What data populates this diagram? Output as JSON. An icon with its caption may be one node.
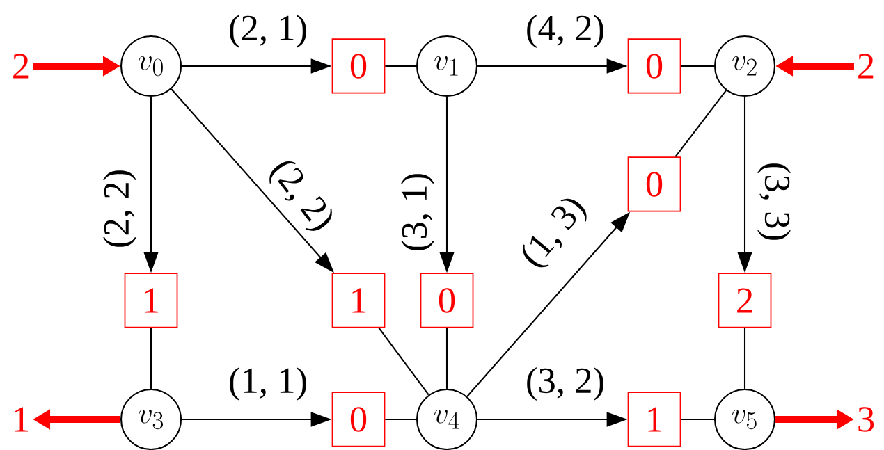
{
  "diagram": {
    "nodes": [
      {
        "text": [
          "2"
        ]
      },
      {
        "text": [
          "v_0"
        ]
      },
      {
        "text": [
          "0"
        ]
      },
      {
        "text": [
          "v_1"
        ]
      },
      {
        "text": [
          "0"
        ]
      },
      {
        "text": [
          "v_2"
        ]
      },
      {
        "text": [
          "2"
        ]
      },
      {
        "text": [
          "0"
        ]
      },
      {
        "text": [
          "1"
        ]
      },
      {
        "text": [
          "1"
        ]
      },
      {
        "text": [
          "0"
        ]
      },
      {
        "text": [
          "2"
        ]
      },
      {
        "text": [
          "1"
        ]
      },
      {
        "text": [
          "v_3"
        ]
      },
      {
        "text": [
          "0"
        ]
      },
      {
        "text": [
          "v_4"
        ]
      },
      {
        "text": [
          "1"
        ]
      },
      {
        "text": [
          "v_5"
        ]
      },
      {
        "text": [
          "3"
        ]
      }
    ],
    "edges": [
      {
        "from": 0,
        "to": 1,
        "arrow": "to",
        "style": "thick",
        "color": "#ff0000"
      },
      {
        "from": 1,
        "to": 2,
        "arrow": "to",
        "label": "(2, 1)"
      },
      {
        "from": 2,
        "to": 3,
        "arrow": "none"
      },
      {
        "from": 3,
        "to": 4,
        "arrow": "to",
        "label": "(4, 2)"
      },
      {
        "from": 4,
        "to": 5,
        "arrow": "none"
      },
      {
        "from": 6,
        "to": 5,
        "arrow": "to",
        "style": "thick",
        "color": "#ff0000"
      },
      {
        "from": 1,
        "to": 8,
        "arrow": "to",
        "label": "(2, 2)"
      },
      {
        "from": 8,
        "to": 13,
        "arrow": "none"
      },
      {
        "from": 1,
        "to": 9,
        "arrow": "to",
        "label": "(2, 2)"
      },
      {
        "from": 9,
        "to": 15,
        "arrow": "none"
      },
      {
        "from": 3,
        "to": 10,
        "arrow": "to",
        "label": "(3, 1)"
      },
      {
        "from": 10,
        "to": 15,
        "arrow": "none"
      },
      {
        "from": 15,
        "to": 7,
        "arrow": "to",
        "label": "(1, 3)"
      },
      {
        "from": 7,
        "to": 5,
        "arrow": "none"
      },
      {
        "from": 5,
        "to": 11,
        "arrow": "to",
        "label": "(3, 3)"
      },
      {
        "from": 11,
        "to": 17,
        "arrow": "none"
      },
      {
        "from": 13,
        "to": 12,
        "arrow": "to",
        "style": "thick",
        "color": "#ff0000"
      },
      {
        "from": 13,
        "to": 14,
        "arrow": "to",
        "label": "(1, 1)"
      },
      {
        "from": 14,
        "to": 15,
        "arrow": "none"
      },
      {
        "from": 15,
        "to": 16,
        "arrow": "to",
        "label": "(3, 2)"
      },
      {
        "from": 16,
        "to": 17,
        "arrow": "none"
      },
      {
        "from": 17,
        "to": 18,
        "arrow": "to",
        "style": "thick",
        "color": "#ff0000"
      }
    ]
  }
}
